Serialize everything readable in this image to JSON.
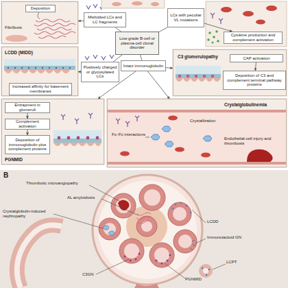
{
  "diagram": {
    "nodes": [
      {
        "text": [
          "Deposition",
          "Fibrillosis"
        ]
      },
      {
        "text": [
          "Misfolded LCs and LC fragments"
        ]
      },
      {
        "text": [
          "Low-grade B-cell or plasma-cell clonal disorder"
        ]
      },
      {
        "text": [
          "LCs with peculiar VL mutations"
        ]
      },
      {
        "text": [
          "Cytokine production and complement activation"
        ]
      },
      {
        "text": [
          "LCDD (MIDD)",
          "Increased affinity for basement membranes"
        ]
      },
      {
        "text": [
          "Positively charged or glycosylated LCs"
        ]
      },
      {
        "text": [
          "Intact immunoglobulin"
        ]
      },
      {
        "text": [
          "C3 glomerulopathy"
        ]
      },
      {
        "text": [
          "CAP activation"
        ],
        "in": 8
      },
      {
        "text": [
          "Deposition of C3 and complement terminal pathway proteins"
        ],
        "in": 8
      },
      {
        "text": [
          "PGNMID"
        ]
      },
      {
        "text": [
          "Entrapment in glomeruli"
        ],
        "in": 11
      },
      {
        "text": [
          "Complement activation"
        ],
        "in": 11
      },
      {
        "text": [
          "Deposition of immunoglobulin plus complement proteins"
        ],
        "in": 11
      },
      {
        "text": [
          "Crystalglobulinemia",
          "Fc–Fc interactions",
          "Crystallization",
          "Endothelial-cell injury and thrombosis"
        ]
      }
    ],
    "edges": [
      {
        "from": 2,
        "to": 1,
        "arrow": "none"
      },
      {
        "from": 2,
        "to": 3,
        "arrow": "none"
      },
      {
        "from": 2,
        "to": 6,
        "arrow": "none"
      },
      {
        "from": 2,
        "to": 7,
        "arrow": "none"
      },
      {
        "from": 1,
        "to": 0,
        "arrow": "to"
      },
      {
        "from": 3,
        "to": 4,
        "arrow": "to"
      },
      {
        "from": 6,
        "to": 5,
        "arrow": "to"
      },
      {
        "from": 7,
        "to": 8,
        "arrow": "to"
      },
      {
        "from": 7,
        "to": 11,
        "arrow": "to"
      },
      {
        "from": 7,
        "to": 15,
        "arrow": "to"
      },
      {
        "from": 12,
        "to": 13,
        "arrow": "to"
      },
      {
        "from": 13,
        "to": 14,
        "arrow": "to"
      },
      {
        "from": 9,
        "to": 10,
        "arrow": "to"
      }
    ],
    "labels": [
      "B",
      "Thrombotic microangiopathy",
      "AL amyloidosis",
      "Crystalglobulin-induced nephropathy",
      "LCDD",
      "Immunotactoid GN",
      "PGNMID",
      "C3GN",
      "LCPT"
    ]
  }
}
